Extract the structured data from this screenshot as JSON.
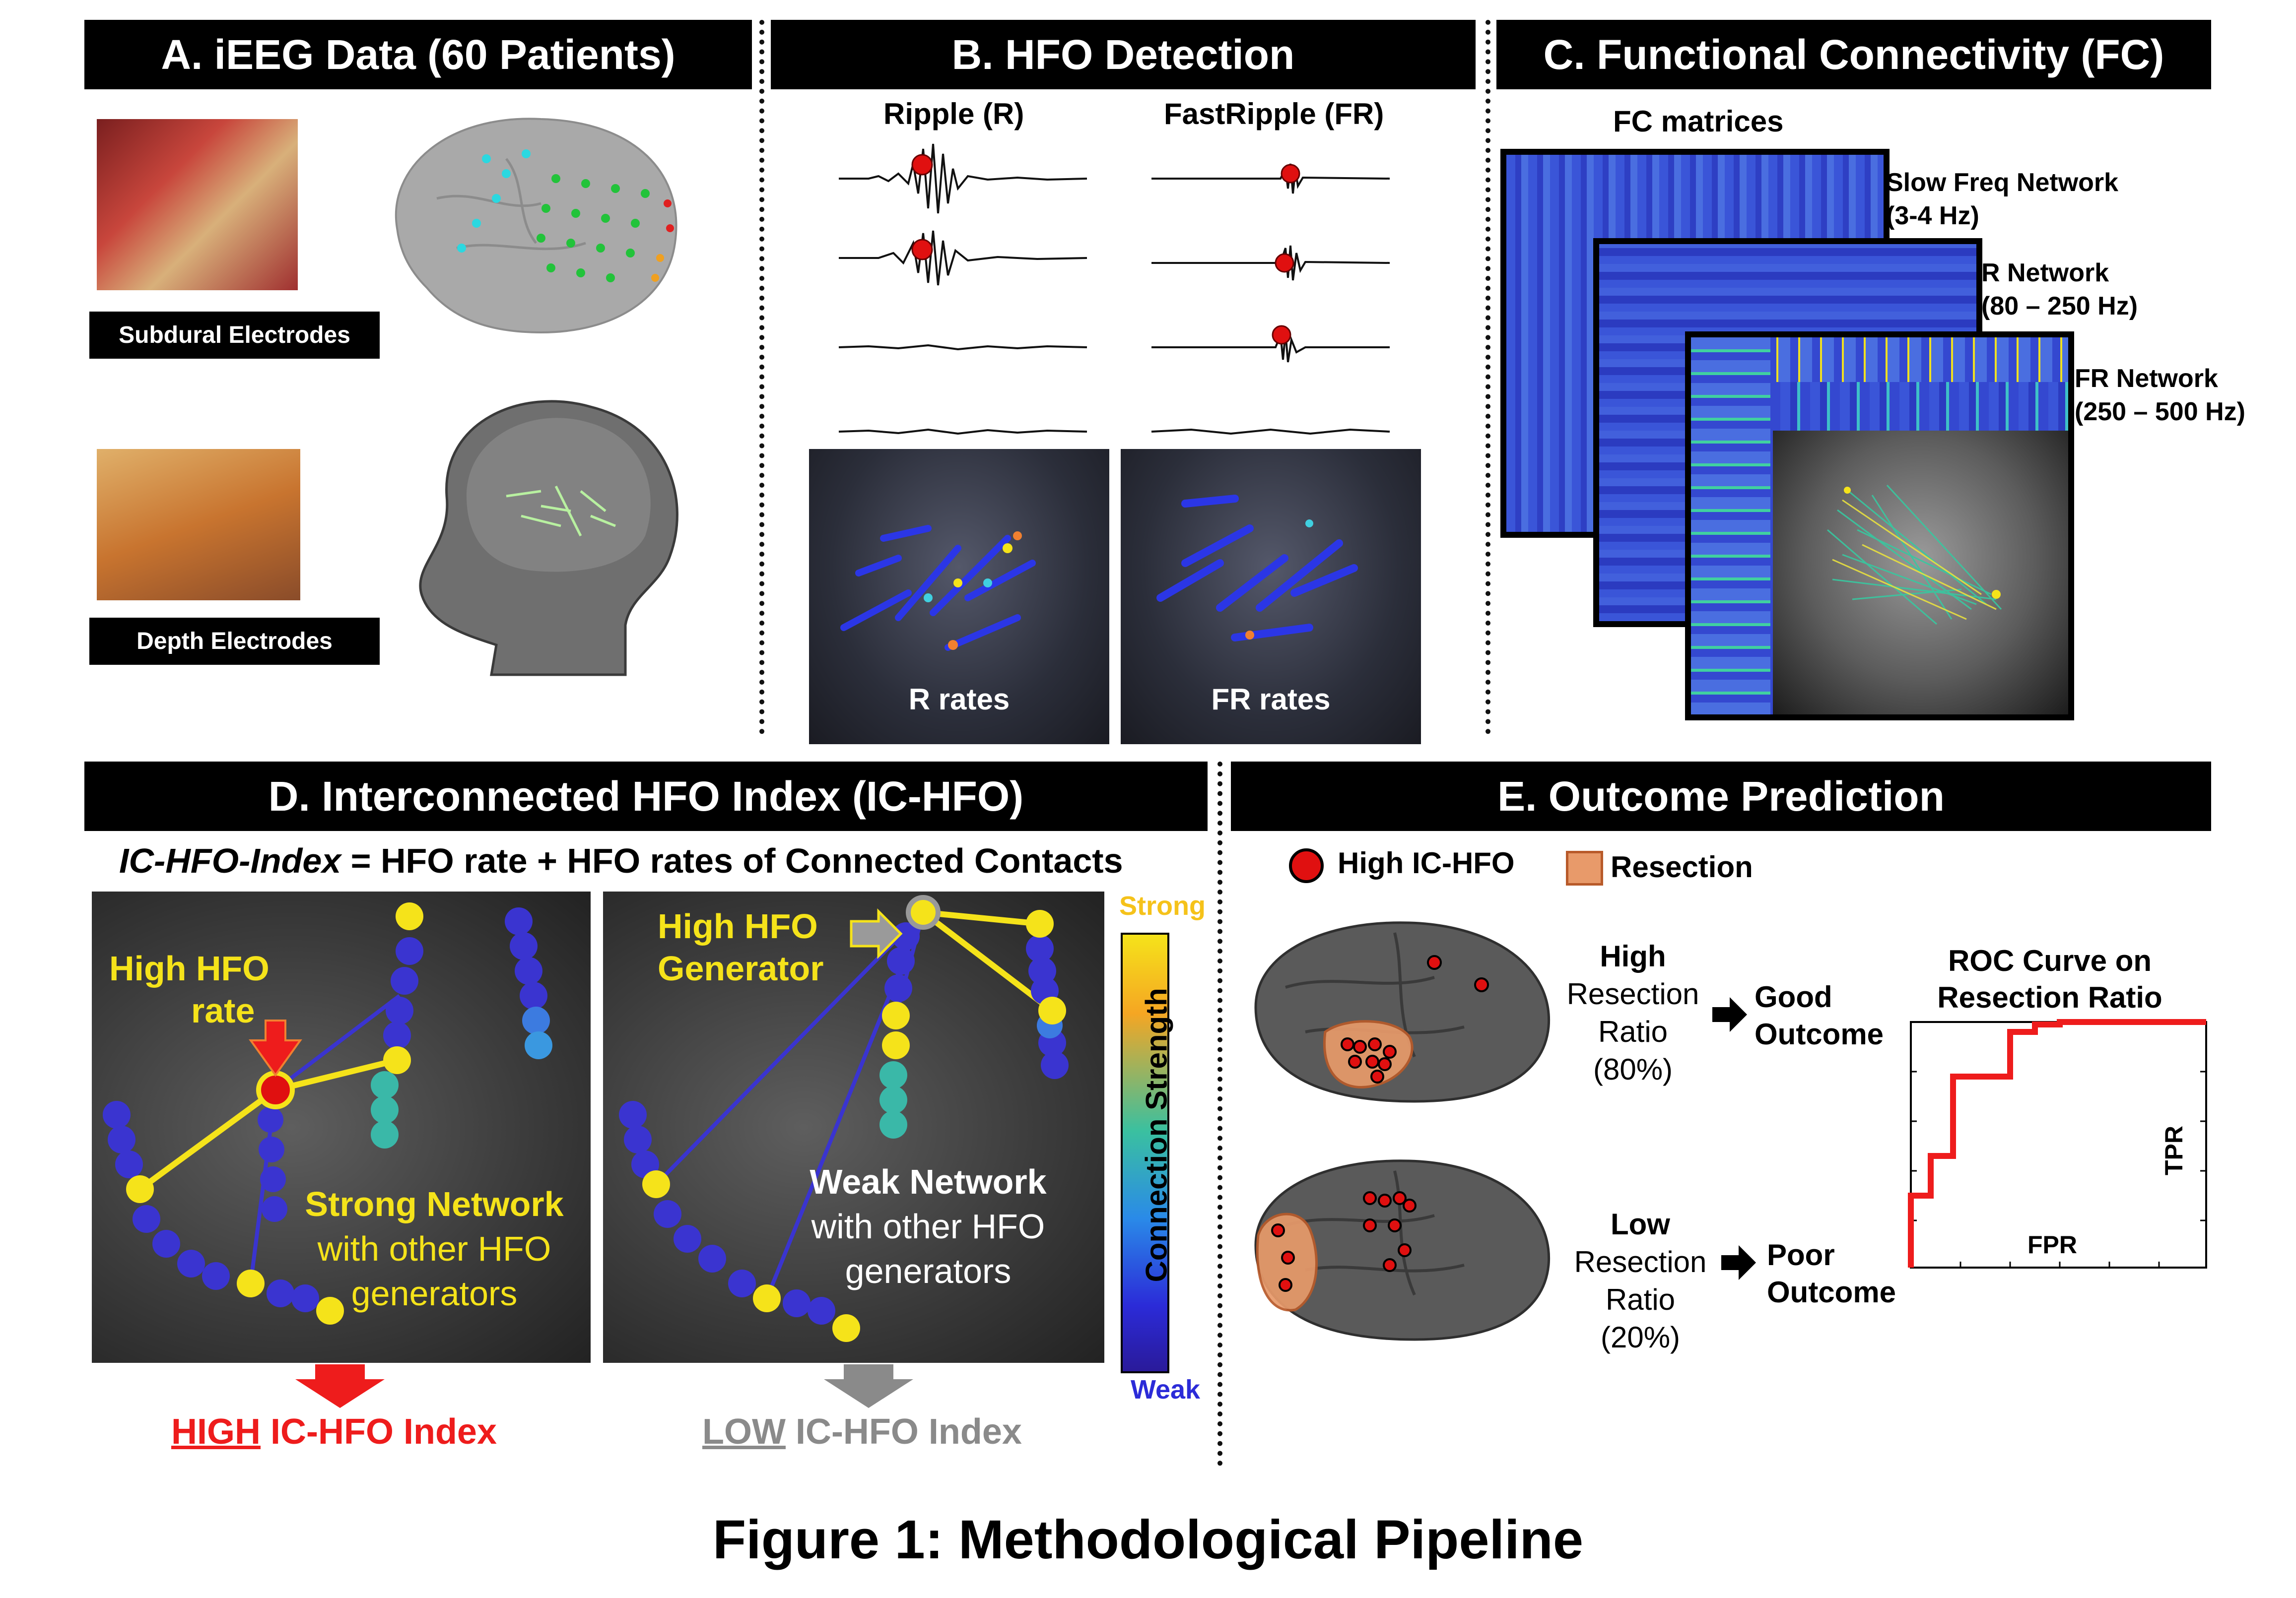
{
  "panels": {
    "a": {
      "title": "A. iEEG Data (60 Patients)",
      "subdural_label": "Subdural Electrodes",
      "depth_label": "Depth Electrodes"
    },
    "b": {
      "title": "B. HFO Detection",
      "ripple_label": "Ripple (R)",
      "fastripple_label": "FastRipple (FR)",
      "r_rates_label": "R rates",
      "fr_rates_label": "FR rates"
    },
    "c": {
      "title": "C. Functional Connectivity (FC)",
      "fc_matrices_label": "FC matrices",
      "slow_label_1": "Slow Freq Network",
      "slow_label_2": "(3-4 Hz)",
      "r_label_1": "R Network",
      "r_label_2": "(80 – 250 Hz)",
      "fr_label_1": "FR Network",
      "fr_label_2": "(250 – 500 Hz)"
    },
    "d": {
      "title": "D. Interconnected HFO Index (IC-HFO)",
      "formula_italic": "IC-HFO-Index",
      "formula_rest": " = HFO rate + HFO rates of Connected Contacts",
      "high_rate_1": "High HFO",
      "high_rate_2": "rate",
      "high_gen_1": "High HFO",
      "high_gen_2": "Generator",
      "strong_net_1": "Strong Network",
      "strong_net_2": "with other HFO",
      "strong_net_3": "generators",
      "weak_net_1": "Weak Network",
      "weak_net_2": "with other HFO",
      "weak_net_3": "generators",
      "colorbar_top": "Strong",
      "colorbar_bottom": "Weak",
      "colorbar_title": "Connection Strength",
      "high_index_u": "HIGH",
      "high_index_rest": " IC-HFO Index",
      "low_index_u": "LOW",
      "low_index_rest": " IC-HFO Index"
    },
    "e": {
      "title": "E. Outcome Prediction",
      "legend_high": "High IC-HFO",
      "legend_resection": "Resection",
      "high_1": "High",
      "high_2": "Resection",
      "high_3": "Ratio",
      "high_4": "(80%)",
      "low_1": "Low",
      "low_2": "Resection",
      "low_3": "Ratio",
      "low_4": "(20%)",
      "good_1": "Good",
      "good_2": "Outcome",
      "poor_1": "Poor",
      "poor_2": "Outcome",
      "roc_title_1": "ROC Curve on",
      "roc_title_2": "Resection Ratio",
      "tpr": "TPR",
      "fpr": "FPR"
    }
  },
  "figure_caption": "Figure 1: Methodological Pipeline",
  "colors": {
    "header_bg": "#000000",
    "highlight_yellow": "#f5e31a",
    "alert_red": "#ee1c1c",
    "muted_gray": "#8a8a8a",
    "electrode_blue": "#2b2bd8",
    "resection_orange": "#e89a6a"
  }
}
